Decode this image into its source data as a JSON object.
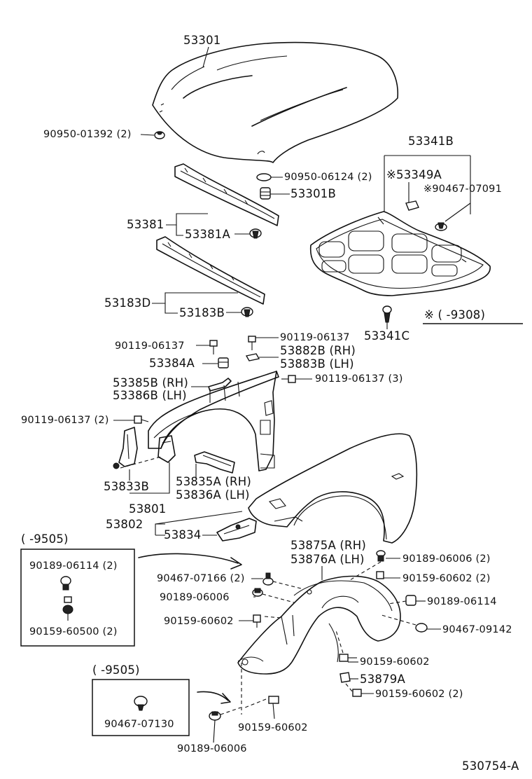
{
  "labels": {
    "p53301": "53301",
    "p90950_01392": "90950-01392 (2)",
    "p53341B": "53341B",
    "p90950_06124": "90950-06124 (2)",
    "p53349A": "※53349A",
    "p90467_07091": "※90467-07091",
    "p53301B": "53301B",
    "p53381": "53381",
    "p53381A": "53381A",
    "p53183D": "53183D",
    "p53183B": "53183B",
    "note9308": "※ (        -9308)",
    "p53341C": "53341C",
    "p90119_06137a": "90119-06137",
    "p90119_06137b": "90119-06137",
    "p53882B": "53882B (RH)",
    "p53883B": "53883B (LH)",
    "p53384A": "53384A",
    "p53385B": "53385B (RH)",
    "p53386B": "53386B (LH)",
    "p90119_06137c": "90119-06137 (3)",
    "p90119_06137d": "90119-06137 (2)",
    "p53833B": "53833B",
    "p53835A": "53835A (RH)",
    "p53836A": "53836A (LH)",
    "p53801": "53801",
    "p53802": "53802",
    "p53834": "53834",
    "range9505a": "(        -9505)",
    "p90189_06114a": "90189-06114 (2)",
    "p90159_60500": "90159-60500 (2)",
    "p53875A": "53875A (RH)",
    "p53876A": "53876A (LH)",
    "p90189_06006a": "90189-06006 (2)",
    "p90159_60602a": "90159-60602 (2)",
    "p90467_07166": "90467-07166 (2)",
    "p90189_06006b": "90189-06006",
    "p90189_06114b": "90189-06114",
    "p90159_60602b": "90159-60602",
    "p90467_09142": "90467-09142",
    "p90159_60602c": "90159-60602",
    "p53879A": "53879A",
    "p90159_60602d": "90159-60602 (2)",
    "range9505b": "(        -9505)",
    "p90467_07130": "90467-07130",
    "p90159_60602e": "90159-60602",
    "p90189_06006c": "90189-06006",
    "diagram_id": "530754-A"
  }
}
